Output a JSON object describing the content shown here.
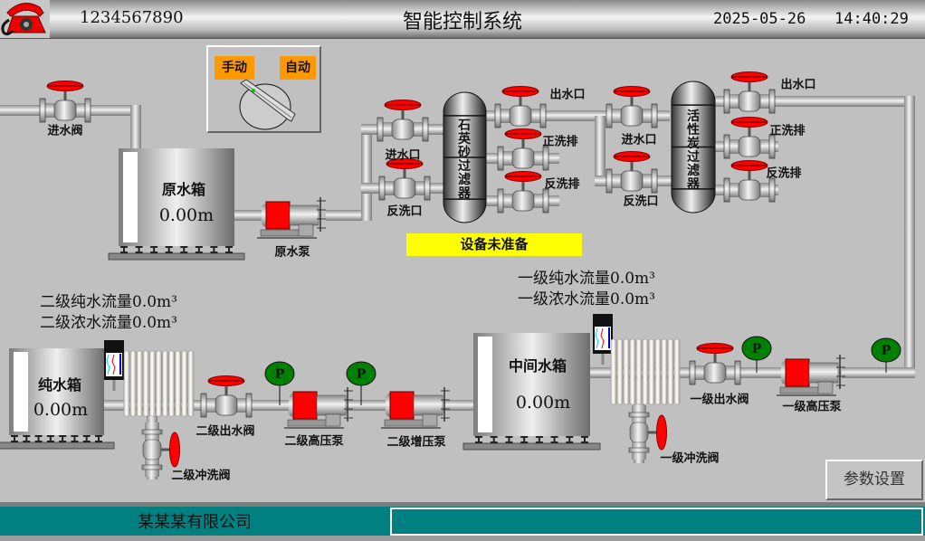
{
  "header": {
    "phone_icon": "telephone-icon",
    "phone_number": "1234567890",
    "title": "智能控制系统",
    "date": "2025-05-26",
    "time": "14:40:29"
  },
  "mode": {
    "manual": "手动",
    "auto": "自动",
    "switch_position": "manual"
  },
  "raw_section": {
    "inlet_valve": "进水阀",
    "raw_tank": {
      "name": "原水箱",
      "level": "0.00m"
    },
    "raw_pump": "原水泵"
  },
  "quartz_filter": {
    "name": "石英砂过滤器",
    "inlet": "进水口",
    "backwash_inlet": "反洗口",
    "outlet": "出水口",
    "forward_drain": "正洗排",
    "backwash_drain": "反洗排"
  },
  "carbon_filter": {
    "name": "活性炭过滤器",
    "inlet": "进水口",
    "backwash_inlet": "反洗口",
    "outlet": "出水口",
    "forward_drain": "正洗排",
    "backwash_drain": "反洗排"
  },
  "status": "设备未准备",
  "stage1": {
    "pure_flow": "一级纯水流量0.0m³",
    "conc_flow": "一级浓水流量0.0m³",
    "mid_tank": {
      "name": "中间水箱",
      "level": "0.00m"
    },
    "outlet_valve": "一级出水阀",
    "flush_valve": "一级冲洗阀",
    "hp_pump": "一级高压泵",
    "gauge": "P"
  },
  "stage2": {
    "pure_flow": "二级纯水流量0.0m³",
    "conc_flow": "二级浓水流量0.0m³",
    "pure_tank": {
      "name": "纯水箱",
      "level": "0.00m"
    },
    "outlet_valve": "二级出水阀",
    "flush_valve": "二级冲洗阀",
    "hp_pump": "二级高压泵",
    "boost_pump": "二级增压泵",
    "gauge": "P"
  },
  "param_button": "参数设置",
  "footer": {
    "company": "某某某有限公司",
    "message": ""
  },
  "colors": {
    "background": "#c0c0c0",
    "valve": "#ff0000",
    "gauge": "#008000",
    "status": "#ffff00",
    "mode": "#ff9900",
    "footer": "#008080"
  }
}
